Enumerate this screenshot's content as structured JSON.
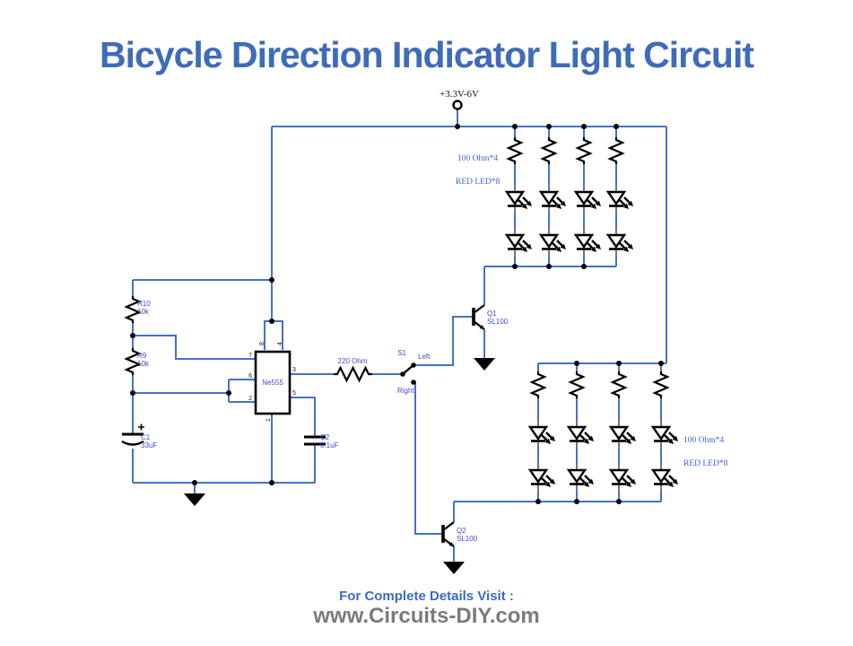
{
  "header": {
    "title": "Bicycle Direction Indicator Light Circuit"
  },
  "footer": {
    "line1": "For Complete Details Visit :",
    "line2": "www.Circuits-DIY.com"
  },
  "colors": {
    "wire": "#4472c4",
    "title": "#3e6cb8",
    "label": "#4848cc",
    "footer_blue": "#3a6bc4",
    "footer_gray": "#7b7b7b"
  },
  "schematic": {
    "power_label": "+3.3V-6V",
    "ic": {
      "name": "Ne555",
      "pin1": "1",
      "pin2": "2",
      "pin3": "3",
      "pin4": "4",
      "pin5": "5",
      "pin6": "6",
      "pin7": "7",
      "pin8": "8"
    },
    "r10": {
      "ref": "R10",
      "value": "10k"
    },
    "r9": {
      "ref": "R9",
      "value": "10k"
    },
    "c1": {
      "ref": "C1",
      "value": "33uF"
    },
    "c2": {
      "ref": "C2",
      "value": "0.1uF"
    },
    "r_out": {
      "value": "220 Ohm"
    },
    "s1": {
      "ref": "S1",
      "left": "Left",
      "right": "Right"
    },
    "q1": {
      "ref": "Q1",
      "part": "SL100"
    },
    "q2": {
      "ref": "Q2",
      "part": "SL100"
    },
    "bank_top": {
      "resistor_label": "100 Ohm*4",
      "led_label": "RED LED*8"
    },
    "bank_bottom": {
      "resistor_label": "100 Ohm*4",
      "led_label": "RED LED*8"
    }
  }
}
